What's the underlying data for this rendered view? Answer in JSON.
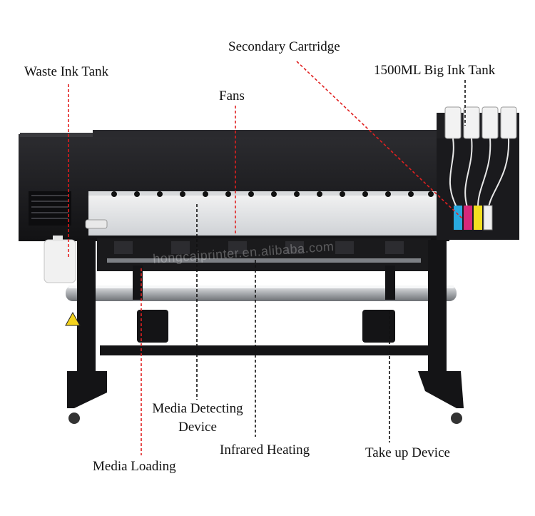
{
  "labels": {
    "waste_ink_tank": "Waste Ink Tank",
    "secondary_cartridge": "Secondary Cartridge",
    "big_ink_tank": "1500ML Big Ink Tank",
    "fans": "Fans",
    "media_detecting_line1": "Media Detecting",
    "media_detecting_line2": "Device",
    "infrared_heating": "Infrared Heating",
    "take_up_device": "Take up Device",
    "media_loading": "Media Loading"
  },
  "watermark": "hongcaiprinter.en.alibaba.com",
  "colors": {
    "red_line": "#e02020",
    "black_line": "#111111",
    "printer_body": "#1b1b1d",
    "printer_panel": "#232326",
    "metal": "#b9bcc0",
    "ink_cyan": "#29a9e0",
    "ink_magenta": "#d6287a",
    "ink_yellow": "#f4df20",
    "ink_black": "#1a1a1a"
  }
}
